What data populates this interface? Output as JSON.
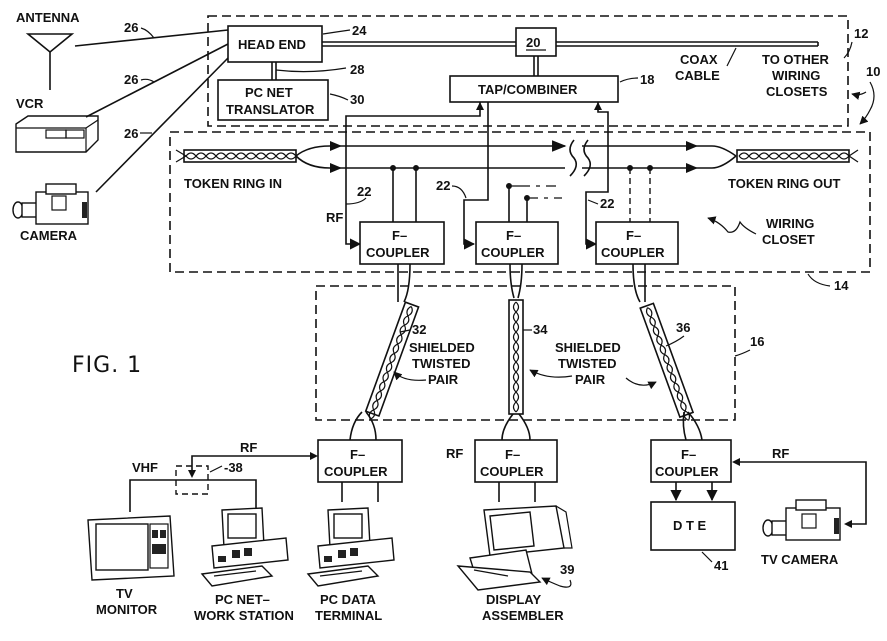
{
  "figure": {
    "title": "FIG. 1"
  },
  "sources": {
    "antenna": "ANTENNA",
    "vcr": "VCR",
    "camera": "CAMERA",
    "ref_lines": [
      "26",
      "26",
      "26"
    ]
  },
  "head_end_closet": {
    "ref": "12",
    "head_end": {
      "label": "HEAD END",
      "ref": "24"
    },
    "link_ref": "28",
    "pc_net_translator": {
      "line1": "PC NET",
      "line2": "TRANSLATOR",
      "ref": "30"
    },
    "splitter": {
      "label": "20"
    },
    "tap_combiner": {
      "label": "TAP/COMBINER",
      "ref": "18"
    },
    "coax_cable": {
      "line1": "COAX",
      "line2": "CABLE"
    },
    "other_closets": {
      "line1": "TO OTHER",
      "line2": "WIRING",
      "line3": "CLOSETS"
    }
  },
  "system_ref": "10",
  "wiring_closet": {
    "ref": "14",
    "token_ring_in": "TOKEN RING IN",
    "token_ring_out": "TOKEN RING OUT",
    "label_line1": "WIRING",
    "label_line2": "CLOSET",
    "rf_label": "RF",
    "rf_line_refs": [
      "22",
      "22",
      "22"
    ],
    "couplers": [
      {
        "line1": "F–",
        "line2": "COUPLER"
      },
      {
        "line1": "F–",
        "line2": "COUPLER"
      },
      {
        "line1": "F–",
        "line2": "COUPLER"
      }
    ]
  },
  "cabling": {
    "ref": "16",
    "pairs": [
      {
        "ref": "32"
      },
      {
        "ref": "34"
      },
      {
        "ref": "36"
      }
    ],
    "label_left": {
      "line1": "SHIELDED",
      "line2": "TWISTED",
      "line3": "PAIR"
    },
    "label_right": {
      "line1": "SHIELDED",
      "line2": "TWISTED",
      "line3": "PAIR"
    }
  },
  "stations": {
    "left": {
      "rf_label": "RF",
      "vhf_label": "VHF",
      "splitter_ref": "-38",
      "coupler": {
        "line1": "F–",
        "line2": "COUPLER"
      },
      "tv_monitor": {
        "line1": "TV",
        "line2": "MONITOR"
      },
      "pc_workstation": {
        "line1": "PC  NET–",
        "line2": "WORK  STATION"
      },
      "pc_data_terminal": {
        "line1": "PC DATA",
        "line2": "TERMINAL"
      }
    },
    "middle": {
      "rf_label": "RF",
      "coupler": {
        "line1": "F–",
        "line2": "COUPLER"
      },
      "display_assembler": {
        "line1": "DISPLAY",
        "line2": "ASSEMBLER",
        "ref": "39"
      }
    },
    "right": {
      "rf_label": "RF",
      "coupler": {
        "line1": "F–",
        "line2": "COUPLER"
      },
      "dte": {
        "label": "D T E",
        "ref": "41"
      },
      "tv_camera": "TV CAMERA"
    }
  }
}
